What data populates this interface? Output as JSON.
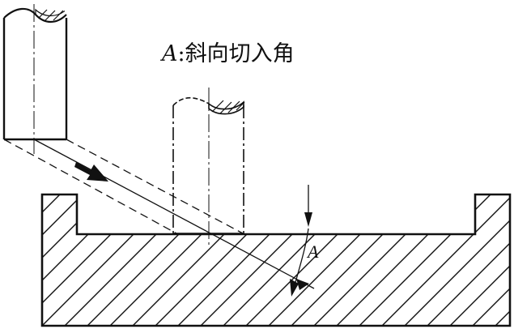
{
  "caption": {
    "letter": "A",
    "separator": ":",
    "text": "斜向切入角"
  },
  "angle_label": "A",
  "colors": {
    "line": "#111111",
    "background": "#ffffff"
  }
}
